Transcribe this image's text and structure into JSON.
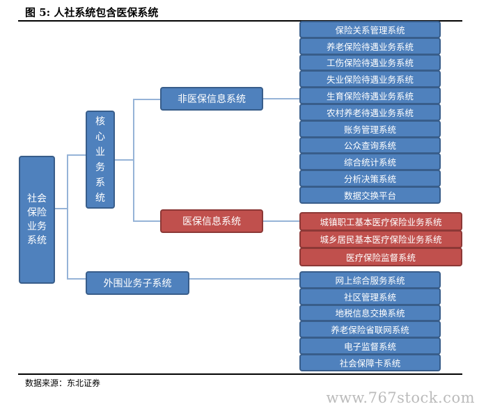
{
  "title": "图 5: 人社系统包含医保系统",
  "root": "社会保险业务系统",
  "core": "核心业务系统",
  "non_medical": "非医保信息系统",
  "medical": "医保信息系统",
  "peripheral": "外围业务子系统",
  "non_medical_items": [
    "保险关系管理系统",
    "养老保险待遇业务系统",
    "工伤保险待遇业务系统",
    "失业保险待遇业务系统",
    "生育保险待遇业务系统",
    "农村养老待遇业务系统",
    "账务管理系统",
    "公众查询系统",
    "综合统计系统",
    "分析决策系统",
    "数据交换平台"
  ],
  "medical_items": [
    "城镇职工基本医疗保险业务系统",
    "城乡居民基本医疗保险业务系统",
    "医疗保险监督系统"
  ],
  "peripheral_items": [
    "网上综合服务系统",
    "社区管理系统",
    "地税信息交换系统",
    "养老保险省联网系统",
    "电子监督系统",
    "社会保障卡系统"
  ],
  "source": "数据来源：东北证券",
  "watermark": "www.767stock.com",
  "colors": {
    "blue": "#4f81bd",
    "red": "#c0504d",
    "connector": "#95b3d7"
  }
}
